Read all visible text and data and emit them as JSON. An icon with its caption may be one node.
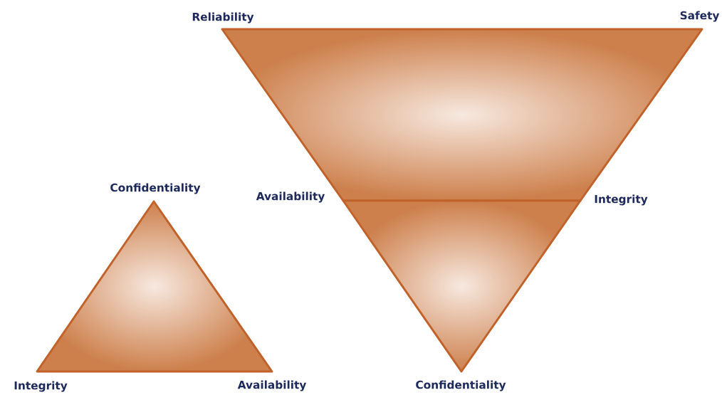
{
  "diagram": {
    "labels": [
      "Reliability",
      "Safety",
      "Confidentiality",
      "Availability",
      "Integrity",
      "Integrity",
      "Availability",
      "Confidentiality"
    ]
  }
}
